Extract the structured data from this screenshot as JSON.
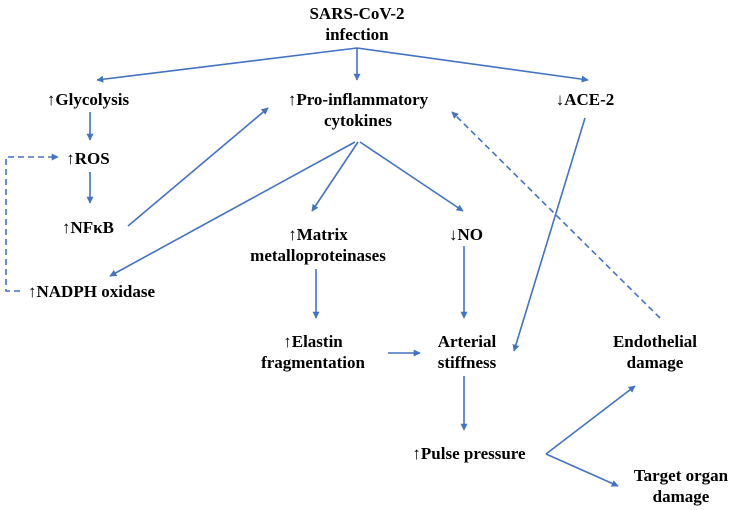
{
  "diagram": {
    "nodes": {
      "sars": {
        "line1": "SARS-CoV-2",
        "line2": "infection"
      },
      "glycolysis": {
        "text": "↑Glycolysis"
      },
      "cytokines": {
        "line1": "↑Pro-inflammatory",
        "line2": "cytokines"
      },
      "ace2": {
        "text": "↓ACE-2"
      },
      "ros": {
        "text": "↑ROS"
      },
      "nfkb": {
        "text": "↑NFκB"
      },
      "mmp": {
        "line1": "↑Matrix",
        "line2": "metalloproteinases"
      },
      "no": {
        "text": "↓NO"
      },
      "nadph": {
        "text": "↑NADPH oxidase"
      },
      "elastin": {
        "line1": "↑Elastin",
        "line2": "fragmentation"
      },
      "stiffness": {
        "line1": "Arterial",
        "line2": "stiffness"
      },
      "endothelial": {
        "line1": "Endothelial",
        "line2": "damage"
      },
      "pulse": {
        "text": "↑Pulse pressure"
      },
      "target": {
        "line1": "Target organ",
        "line2": "damage"
      }
    },
    "colors": {
      "arrow": "#4472C4",
      "text": "#000000"
    }
  }
}
